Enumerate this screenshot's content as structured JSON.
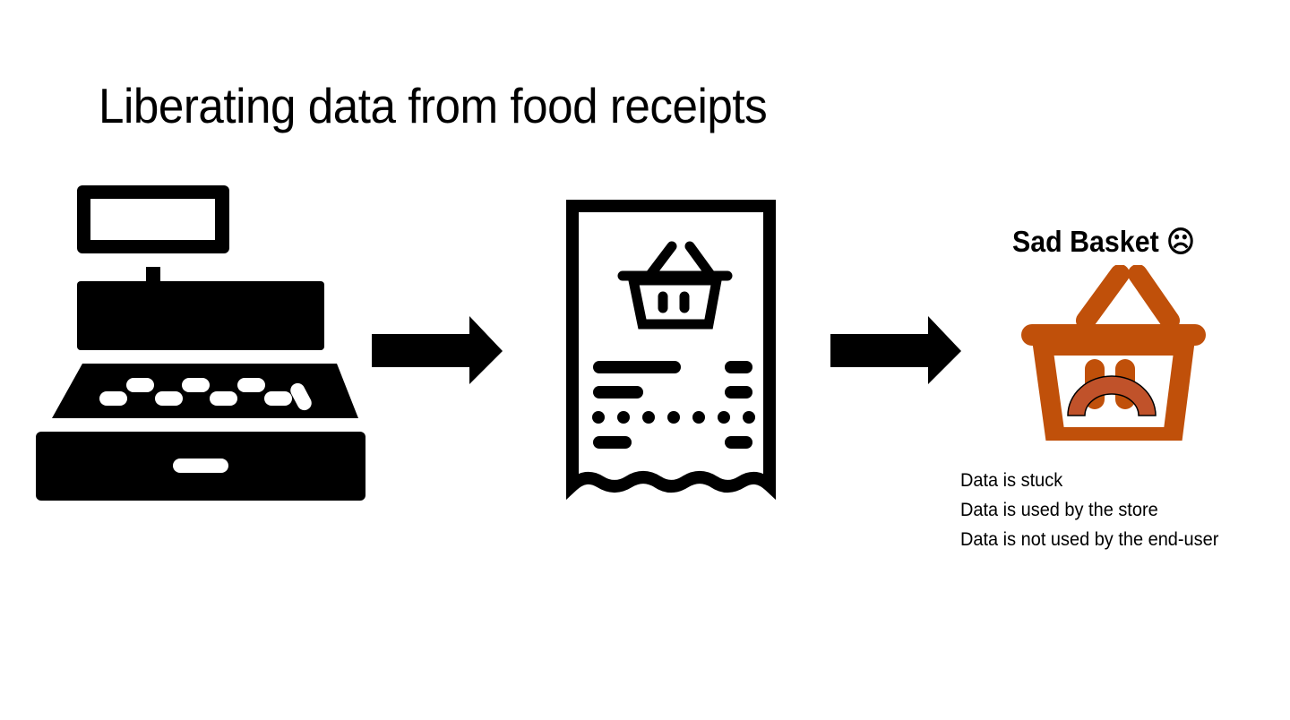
{
  "slide": {
    "title": "Liberating data from food receipts"
  },
  "flow": {
    "steps": [
      {
        "icon": "cash-register-icon"
      },
      {
        "icon": "arrow-right-icon"
      },
      {
        "icon": "receipt-with-basket-icon"
      },
      {
        "icon": "arrow-right-icon"
      },
      {
        "icon": "sad-basket-icon"
      }
    ]
  },
  "sad_basket": {
    "title": "Sad Basket ☹",
    "color": "#C0500A",
    "frown_color": "#C0522A",
    "notes": [
      "Data is stuck",
      "Data is used by the store",
      "Data is not used by the end-user"
    ]
  }
}
